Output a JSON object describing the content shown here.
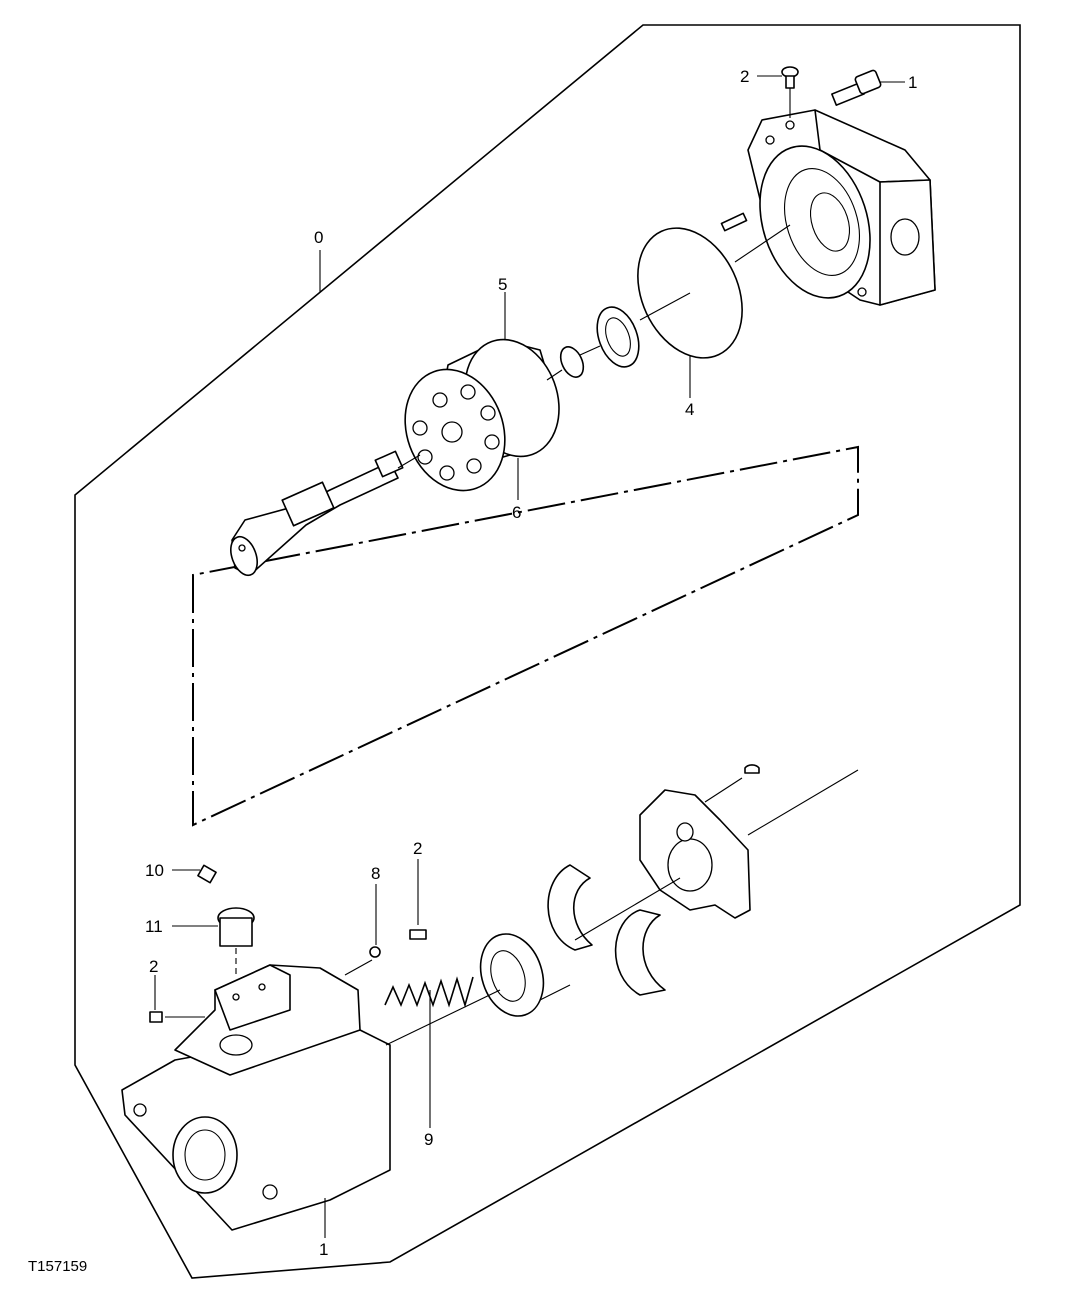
{
  "figure_id": "T157159",
  "callouts": {
    "c0": "0",
    "c1_top": "1",
    "c2_top": "2",
    "c4": "4",
    "c5": "5",
    "c6": "6",
    "c2_mid": "2",
    "c8": "8",
    "c10": "10",
    "c11": "11",
    "c2_low": "2",
    "c9": "9",
    "c1_bottom": "1"
  },
  "components": [
    "cap-screw-icon",
    "plug-screw-icon",
    "end-cover-icon",
    "o-ring-icon",
    "bearing-icon",
    "retainer-ring-icon",
    "cylinder-block-icon",
    "drive-shaft-icon",
    "swash-plate-icon",
    "cradle-bearing-icon",
    "ball-bearing-icon",
    "spring-icon",
    "pump-housing-icon",
    "plug-icon",
    "pin-icon"
  ]
}
